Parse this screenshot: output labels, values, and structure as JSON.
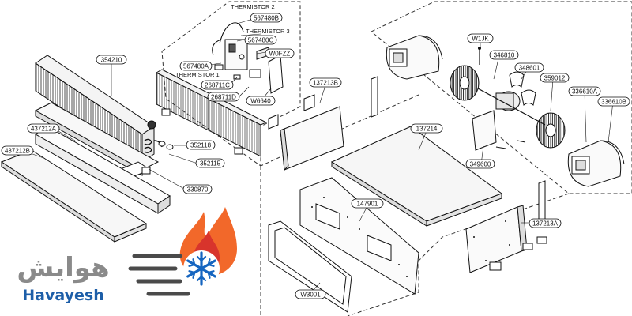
{
  "brand": {
    "name_en": "Havayesh",
    "name_fa": "هوایش",
    "colors": {
      "text_blue": "#1d5ea8",
      "text_gray": "#8a8a8a",
      "flame_orange": "#f2682a",
      "flame_red": "#d8342c",
      "snowflake_blue": "#1565c0",
      "stripe_gray": "#4a4a4a"
    }
  },
  "thermistor_labels": [
    "THERMISTOR 2",
    "THERMISTOR 3",
    "THERMISTOR 1"
  ],
  "callouts": [
    {
      "id": "c-354210",
      "text": "354210"
    },
    {
      "id": "c-437212A",
      "text": "437212A"
    },
    {
      "id": "c-437212B",
      "text": "437212B"
    },
    {
      "id": "c-352118",
      "text": "352118"
    },
    {
      "id": "c-352115",
      "text": "352115"
    },
    {
      "id": "c-330870",
      "text": "330870"
    },
    {
      "id": "c-567480B",
      "text": "567480B"
    },
    {
      "id": "c-567480C",
      "text": "567480C"
    },
    {
      "id": "c-567480A",
      "text": "567480A"
    },
    {
      "id": "c-W0FZZ",
      "text": "W0FZZ"
    },
    {
      "id": "c-268711C",
      "text": "268711C"
    },
    {
      "id": "c-268711D",
      "text": "268711D"
    },
    {
      "id": "c-W6640",
      "text": "W6640"
    },
    {
      "id": "c-137213B",
      "text": "137213B"
    },
    {
      "id": "c-137214",
      "text": "137214"
    },
    {
      "id": "c-147901",
      "text": "147901"
    },
    {
      "id": "c-W3001",
      "text": "W3001"
    },
    {
      "id": "c-137213A",
      "text": "137213A"
    },
    {
      "id": "c-W1JK",
      "text": "W1JK"
    },
    {
      "id": "c-346810",
      "text": "346810"
    },
    {
      "id": "c-348601",
      "text": "348601"
    },
    {
      "id": "c-359012",
      "text": "359012"
    },
    {
      "id": "c-336610A",
      "text": "336610A"
    },
    {
      "id": "c-336610B",
      "text": "336610B"
    },
    {
      "id": "c-349600",
      "text": "349600"
    }
  ]
}
